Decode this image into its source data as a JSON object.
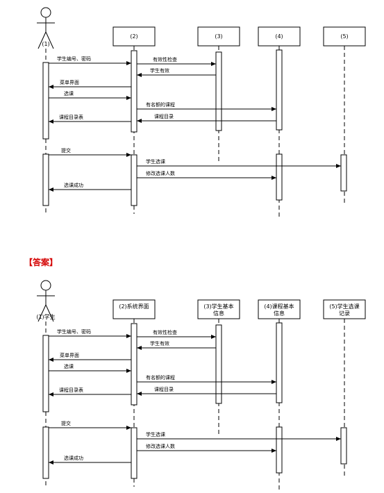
{
  "answer_heading": "【答案】",
  "question": {
    "actor": "(1)",
    "objects": [
      "(2)",
      "(3)",
      "(4)",
      "(5)"
    ],
    "messages": [
      "学生编号、密码",
      "有效性检查",
      "学生有效",
      "菜单界面",
      "选课",
      "有名额的课程",
      "课程目录",
      "课程目录表",
      "提交",
      "学生选课",
      "修改选课人数",
      "选课成功"
    ]
  },
  "answer": {
    "actor": "(1)学生",
    "objects": [
      "(2)系统界面",
      "(3)学生基本信息",
      "(4)课程基本信息",
      "(5)学生选课记录"
    ],
    "messages": [
      "学生编号、密码",
      "有效性检查",
      "学生有效",
      "菜单界面",
      "选课",
      "有名额的课程",
      "课程目录",
      "课程目录表",
      "提交",
      "学生选课",
      "修改选课人数",
      "选课成功"
    ]
  }
}
